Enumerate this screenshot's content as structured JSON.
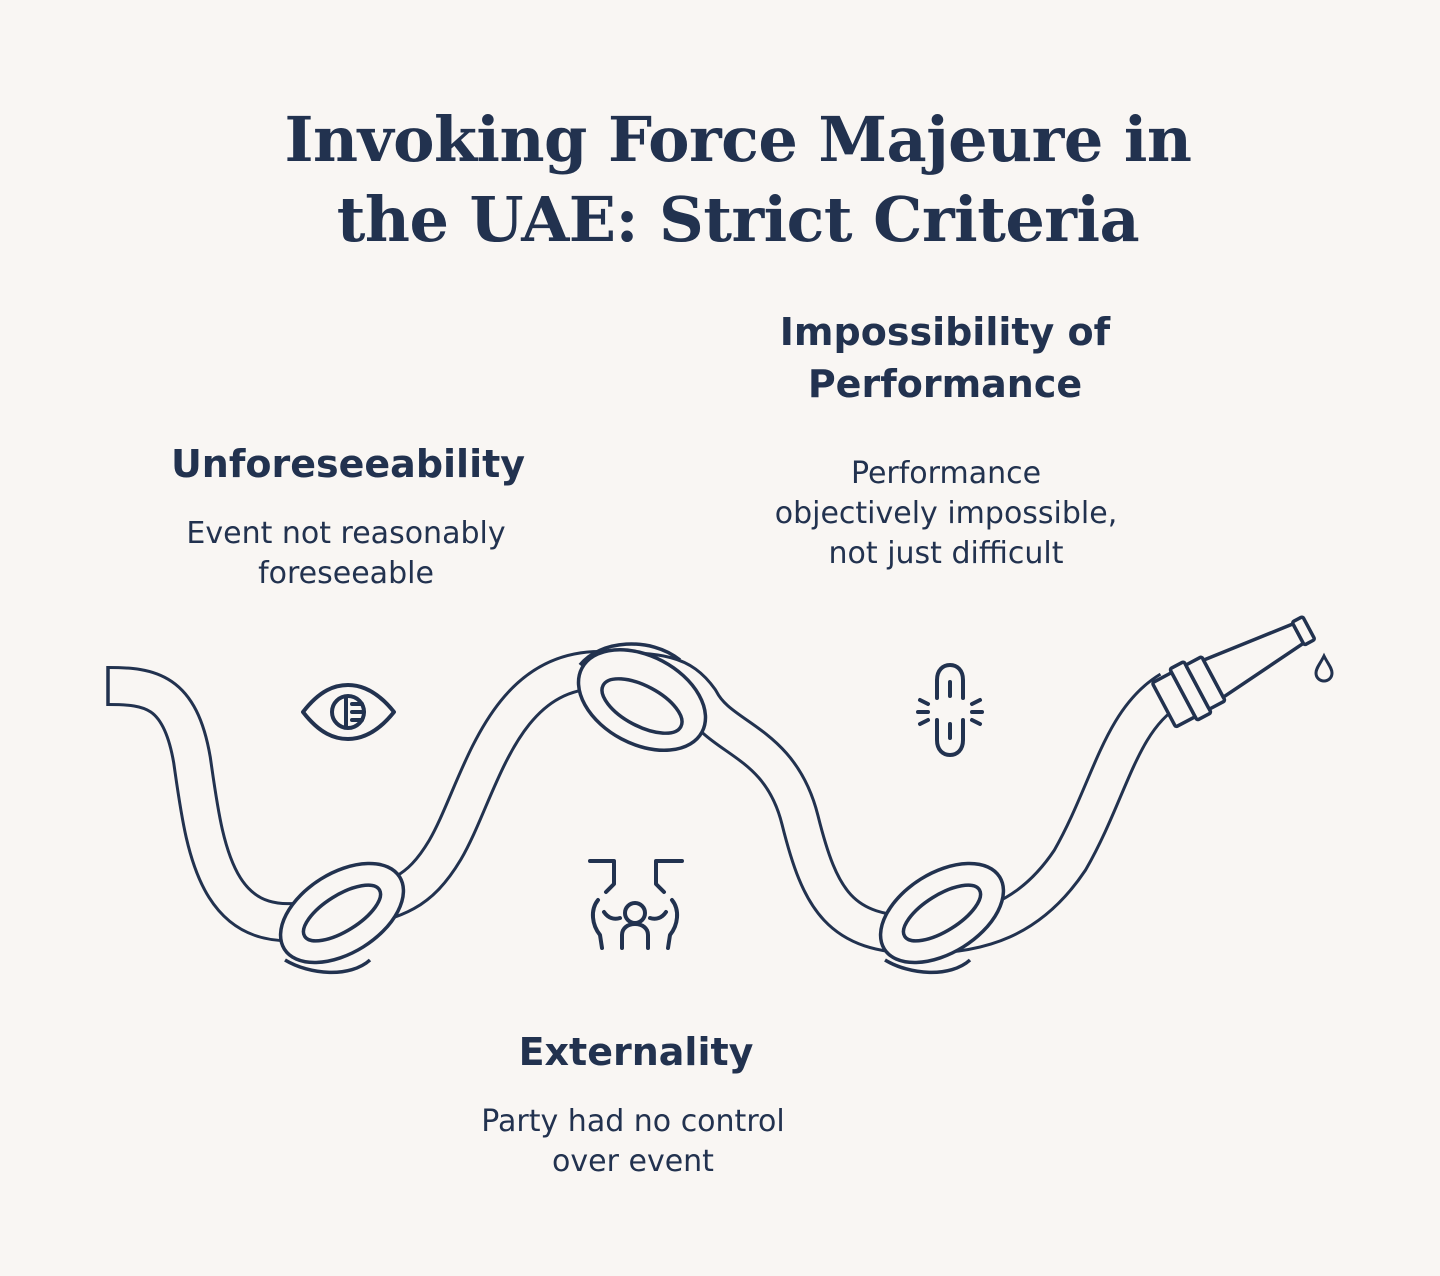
{
  "title": {
    "line1": "Invoking Force Majeure in",
    "line2": "the UAE: Strict Criteria"
  },
  "criteria": [
    {
      "heading": [
        "Unforeseeability"
      ],
      "description": [
        "Event not reasonably",
        "foreseeable"
      ],
      "icon": "eye-icon"
    },
    {
      "heading": [
        "Impossibility of",
        "Performance"
      ],
      "description": [
        "Performance",
        "objectively impossible,",
        "not just difficult"
      ],
      "icon": "broken-chain-icon"
    },
    {
      "heading": [
        "Externality"
      ],
      "description": [
        "Party had no control",
        "over event"
      ],
      "icon": "external-control-icon"
    }
  ],
  "colors": {
    "background": "#f9f6f3",
    "ink": "#22324f"
  }
}
